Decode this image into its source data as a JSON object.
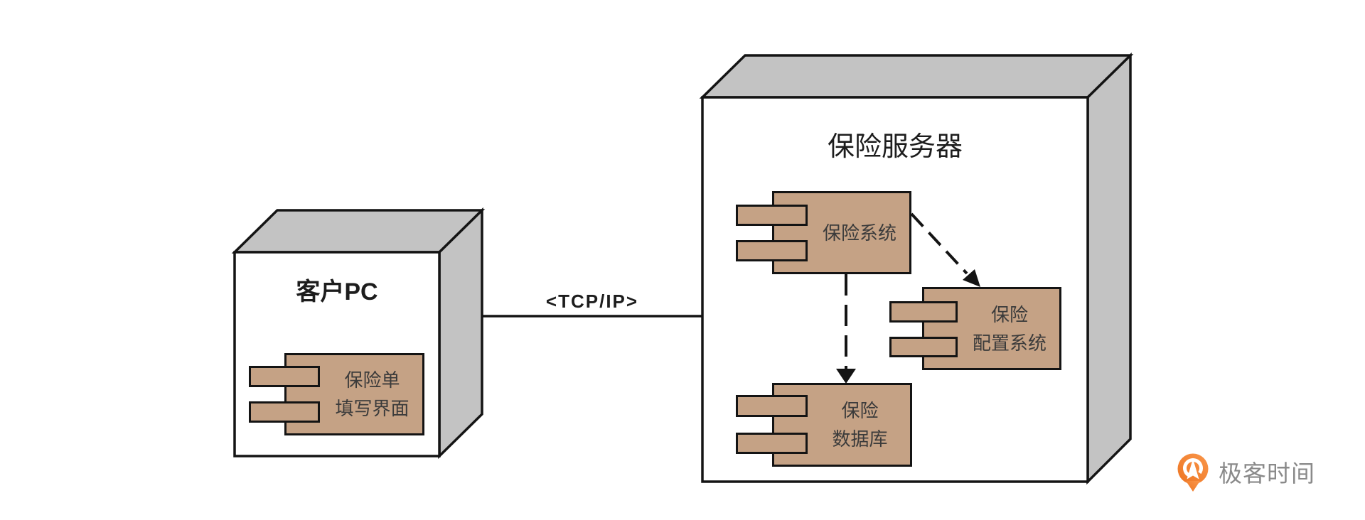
{
  "diagram": {
    "type": "uml-deployment",
    "nodes": [
      {
        "title": "客户PC"
      },
      {
        "title": "保险服务器"
      }
    ],
    "components": [
      {
        "name": "保险单填写界面",
        "node": "客户PC",
        "lines": [
          "保险单",
          "填写界面"
        ]
      },
      {
        "name": "保险系统",
        "node": "保险服务器",
        "lines": [
          "保险系统"
        ]
      },
      {
        "name": "保险配置系统",
        "node": "保险服务器",
        "lines": [
          "保险",
          "配置系统"
        ]
      },
      {
        "name": "保险数据库",
        "node": "保险服务器",
        "lines": [
          "保险",
          "数据库"
        ]
      }
    ],
    "connections": [
      {
        "from": "客户PC",
        "to": "保险服务器",
        "label": "<TCP/IP>",
        "style": "solid-line"
      },
      {
        "from": "保险系统",
        "to": "保险配置系统",
        "label": "",
        "style": "dashed-arrow"
      },
      {
        "from": "保险系统",
        "to": "保险数据库",
        "label": "",
        "style": "dashed-arrow"
      }
    ],
    "colors": {
      "background": "#ffffff",
      "component-fill": "#c5a285",
      "node-face": "#c3c3c3",
      "outline": "#141414",
      "title-text": "#1d1d1d",
      "label-text": "#3b3b3b",
      "logo-orange": "#ee7522",
      "logo-orange-light": "#f9964a",
      "logo-text": "#8a8a8a"
    }
  },
  "watermark": {
    "text": "极客时间"
  }
}
